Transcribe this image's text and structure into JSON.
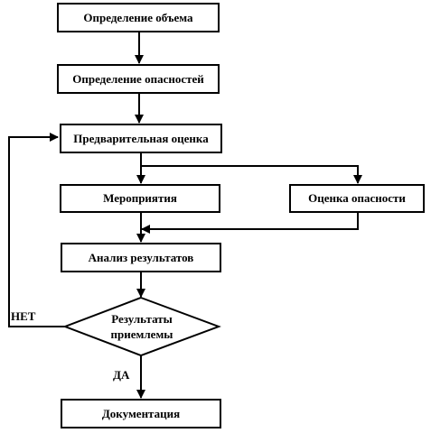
{
  "flowchart": {
    "scope": "Определение объема",
    "hazards": "Определение опасностей",
    "preliminary": "Предварительная оценка",
    "measures": "Мероприятия",
    "risk_assessment": "Оценка опасности",
    "analysis": "Анализ результатов",
    "decision_line1": "Результаты",
    "decision_line2": "приемлемы",
    "no": "НЕТ",
    "yes": "ДА",
    "documentation": "Документация"
  }
}
